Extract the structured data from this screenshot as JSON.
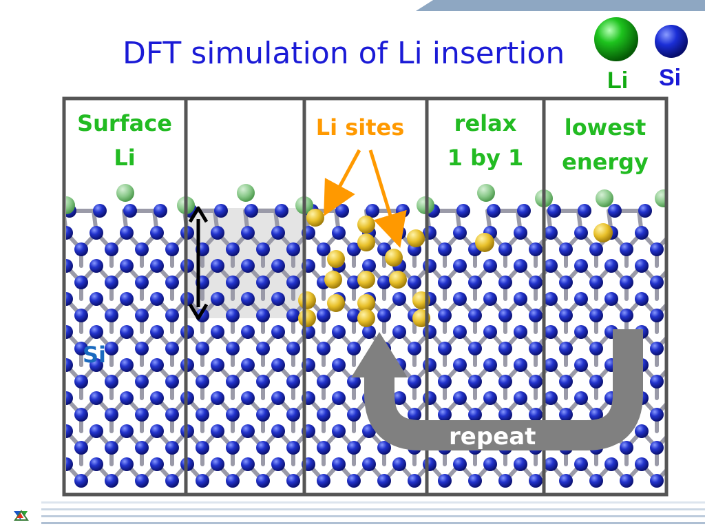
{
  "slide": {
    "title": "DFT simulation of Li insertion"
  },
  "legend": {
    "li": {
      "label": "Li",
      "color": "#11aa11"
    },
    "si": {
      "label": "Si",
      "color": "#1a1ad6"
    }
  },
  "panels": [
    {
      "label_line1": "Surface",
      "label_line2": "Li",
      "color": "#22bb22"
    },
    {
      "label_line1": "",
      "label_line2": "",
      "color": "#22bb22"
    },
    {
      "label_line1": "Li sites",
      "label_line2": "",
      "color": "#ff9900"
    },
    {
      "label_line1": "relax",
      "label_line2": "1 by 1",
      "color": "#22bb22"
    },
    {
      "label_line1": "lowest",
      "label_line2": "energy",
      "color": "#22bb22"
    }
  ],
  "annotations": {
    "si_label": "Si",
    "repeat_label": "repeat"
  },
  "colors": {
    "si_atom": "#2233cc",
    "li_surface": "#88c888",
    "li_site": "#e8c02a",
    "bond": "#9a9aa8",
    "panel_border": "#555555",
    "repeat_arrow": "#808080",
    "orange_arrow": "#ff9900"
  }
}
